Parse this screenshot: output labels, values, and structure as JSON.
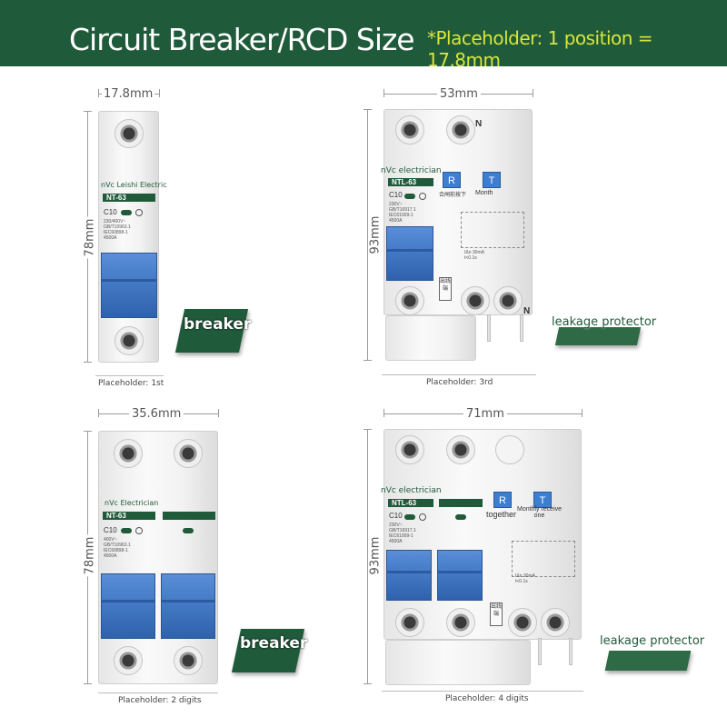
{
  "header": {
    "title": "Circuit Breaker/RCD Size",
    "note": "*Placeholder: 1 position = 17.8mm",
    "background": "#1f5a3a",
    "note_color": "#d8e63a"
  },
  "panels": {
    "p1": {
      "width_label": "17.8mm",
      "height_label": "78mm",
      "brand": "nVc Leishi Electric",
      "model": "NT-63",
      "rating": "C10",
      "spec": "230/400V~\nGB/T10963.1\nIEC60898-1\n4500A",
      "tag": "breaker",
      "caption": "Placeholder: 1st"
    },
    "p2": {
      "width_label": "53mm",
      "height_label": "93mm",
      "brand": "nVc electrician",
      "model": "NTL-63",
      "rating": "C10",
      "spec": "230V~\nGB/T16917.1\nIEC61009-1\n4500A",
      "btn_r": "R",
      "btn_t": "T",
      "btn_r_note": "合闸前按下",
      "btn_t_note": "Month",
      "n_top": "N",
      "n_bottom": "N",
      "outlet": "出线端",
      "leak_spec": "IΔn 30mA\nt<0.1s",
      "tag": "leakage protector",
      "caption": "Placeholder: 3rd"
    },
    "p3": {
      "width_label": "35.6mm",
      "height_label": "78mm",
      "brand": "nVc Electrician",
      "model": "NT-63",
      "rating": "C10",
      "spec": "400V~\nGB/T10963.1\nIEC60898-1\n4500A",
      "tag": "breaker",
      "caption": "Placeholder: 2 digits"
    },
    "p4": {
      "width_label": "71mm",
      "height_label": "93mm",
      "brand": "nVc electrician",
      "model": "NTL-63",
      "rating": "C10",
      "spec": "230V~\nGB/T16917.1\nIEC61009-1\n4500A",
      "btn_r": "R",
      "btn_t": "T",
      "btn_r_note": "together",
      "btn_t_note": "Monthly receive\none",
      "outlet": "出线端",
      "leak_spec": "IΔn 30mA\nt<0.1s",
      "tag": "leakage protector",
      "caption": "Placeholder: 4 digits"
    }
  },
  "colors": {
    "module_blue": "#3c7ed1",
    "brand_green": "#1f5a3a"
  }
}
